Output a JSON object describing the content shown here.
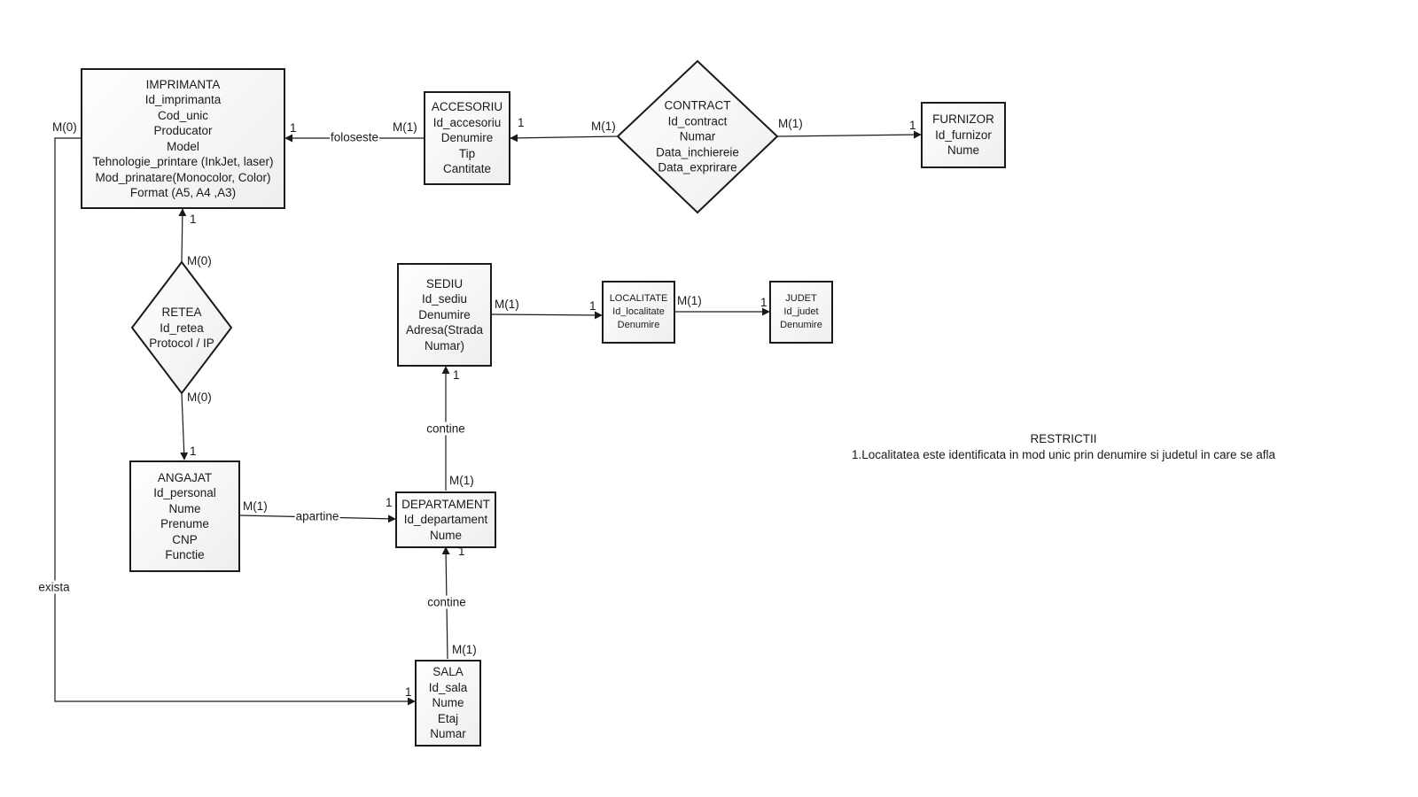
{
  "entities": {
    "imprimanta": {
      "lines": [
        "IMPRIMANTA",
        "Id_imprimanta",
        "Cod_unic",
        "Producator",
        "Model",
        "Tehnologie_printare (InkJet, laser)",
        "Mod_prinatare(Monocolor, Color)",
        "Format (A5, A4 ,A3)"
      ]
    },
    "accesoriu": {
      "lines": [
        "ACCESORIU",
        "Id_accesoriu",
        "Denumire",
        "Tip",
        "Cantitate"
      ]
    },
    "contract": {
      "lines": [
        "CONTRACT",
        "Id_contract",
        "Numar",
        "Data_inchiereie",
        "Data_exprirare"
      ]
    },
    "furnizor": {
      "lines": [
        "FURNIZOR",
        "Id_furnizor",
        "Nume"
      ]
    },
    "retea": {
      "lines": [
        "RETEA",
        "Id_retea",
        "Protocol / IP"
      ]
    },
    "sediu": {
      "lines": [
        "SEDIU",
        "Id_sediu",
        "Denumire",
        "Adresa(Strada",
        "Numar)"
      ]
    },
    "localitate": {
      "lines": [
        "LOCALITATE",
        "Id_localitate",
        "Denumire"
      ]
    },
    "judet": {
      "lines": [
        "JUDET",
        "Id_judet",
        "Denumire"
      ]
    },
    "angajat": {
      "lines": [
        "ANGAJAT",
        "Id_personal",
        "Nume",
        "Prenume",
        "CNP",
        "Functie"
      ]
    },
    "departament": {
      "lines": [
        "DEPARTAMENT",
        "Id_departament",
        "Nume"
      ]
    },
    "sala": {
      "lines": [
        "SALA",
        "Id_sala",
        "Nume",
        "Etaj",
        "Numar"
      ]
    }
  },
  "relations": {
    "foloseste": "foloseste",
    "apartine": "apartine",
    "contine_sediu": "contine",
    "contine_sala": "contine",
    "exista": "exista"
  },
  "cardinalities": {
    "imprimanta_exista": "M(0)",
    "imprimanta_foloseste": "1",
    "imprimanta_retea": "1",
    "accesoriu_foloseste": "M(1)",
    "accesoriu_contract": "1",
    "contract_accesoriu": "M(1)",
    "contract_furnizor": "M(1)",
    "furnizor_contract": "1",
    "retea_top": "M(0)",
    "retea_bottom": "M(0)",
    "angajat_retea": "1",
    "angajat_apartine": "M(1)",
    "departament_apartine": "1",
    "departament_sediu": "M(1)",
    "departament_sala": "1",
    "sediu_departament": "1",
    "sediu_localitate": "M(1)",
    "localitate_sediu": "1",
    "localitate_judet": "M(1)",
    "judet_localitate": "1",
    "sala_departament": "M(1)",
    "sala_exista": "1"
  },
  "notes": {
    "title": "RESTRICTII",
    "items": [
      "1.Localitatea este identificata in mod unic prin denumire si judetul in care se afla"
    ]
  },
  "colors": {
    "stroke": "#1a1a1a",
    "fill_start": "#ffffff",
    "fill_end": "#eeeeee"
  }
}
